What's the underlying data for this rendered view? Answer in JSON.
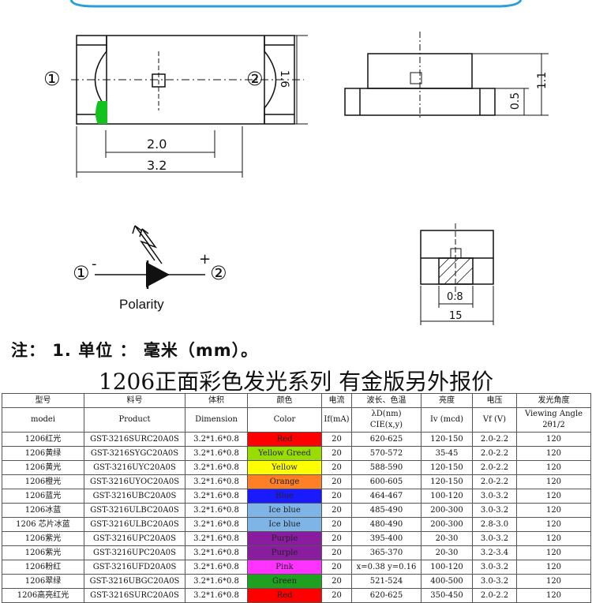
{
  "drawing": {
    "pin1": "①",
    "pin2": "②",
    "dim_width_inner": "2.0",
    "dim_width_total": "3.2",
    "dim_height": "1.6",
    "dim_side_total": "1.1",
    "dim_side_base": "0.5",
    "dim_pad": "0.8",
    "dim_bottom": "15",
    "minus": "-",
    "plus": "+",
    "polarity_label": "Polarity"
  },
  "note": "注： 1. 单位 ： 毫米（mm）。",
  "series_title": "1206正面彩色发光系列 有金版另外报价",
  "table": {
    "headers_cn": [
      "型号",
      "料号",
      "体积",
      "颜色",
      "电流",
      "波长、色温",
      "亮度",
      "电压",
      "发光角度"
    ],
    "headers_en": [
      "modei",
      "Product",
      "Dimension",
      "Color",
      "If(mA)",
      "λD(nm)\nCIE(x,y)",
      "Iv (mcd)",
      "Vf (V)",
      "Viewing Angle\n2θ1/2"
    ],
    "rows": [
      {
        "model": "1206红光",
        "product": "GST-3216SURC20A0S",
        "dim": "3.2*1.6*0.8",
        "color": "Red",
        "swatch": "#ff0000",
        "if": "20",
        "wave": "620-625",
        "iv": "120-150",
        "vf": "2.0-2.2",
        "angle": "120"
      },
      {
        "model": "1206黄绿",
        "product": "GST-3216SYGC20A0S",
        "dim": "3.2*1.6*0.8",
        "color": "Yellow Greed",
        "swatch": "#99dd00",
        "if": "20",
        "wave": "570-572",
        "iv": "35-45",
        "vf": "2.0-2.2",
        "angle": "120"
      },
      {
        "model": "1206黄光",
        "product": "GST-3216UYC20A0S",
        "dim": "3.2*1.6*0.8",
        "color": "Yellow",
        "swatch": "#ffff00",
        "if": "20",
        "wave": "588-590",
        "iv": "120-150",
        "vf": "2.0-2.2",
        "angle": "120"
      },
      {
        "model": "1206橙光",
        "product": "GST-3216UYOC20A0S",
        "dim": "3.2*1.6*0.8",
        "color": "Orange",
        "swatch": "#ff7f27",
        "if": "20",
        "wave": "600-605",
        "iv": "120-150",
        "vf": "2.0-2.2",
        "angle": "120"
      },
      {
        "model": "1206蓝光",
        "product": "GST-3216UBC20A0S",
        "dim": "3.2*1.6*0.8",
        "color": "Blue",
        "swatch": "#1a1aff",
        "if": "20",
        "wave": "464-467",
        "iv": "100-120",
        "vf": "3.0-3.2",
        "angle": "120"
      },
      {
        "model": "1206冰蓝",
        "product": "GST-3216ULBC20A0S",
        "dim": "3.2*1.6*0.8",
        "color": "Ice blue",
        "swatch": "#7fb4e6",
        "if": "20",
        "wave": "485-490",
        "iv": "200-300",
        "vf": "3.0-3.2",
        "angle": "120"
      },
      {
        "model": "1206 芯片冰蓝",
        "product": "GST-3216ULBC20A0S",
        "dim": "3.2*1.6*0.8",
        "color": "Ice blue",
        "swatch": "#7fb4e6",
        "if": "20",
        "wave": "480-490",
        "iv": "200-300",
        "vf": "2.8-3.0",
        "angle": "120"
      },
      {
        "model": "1206紫光",
        "product": "GST-3216UPC20A0S",
        "dim": "3.2*1.6*0.8",
        "color": "Purple",
        "swatch": "#8a1ca0",
        "if": "20",
        "wave": "395-400",
        "iv": "20-30",
        "vf": "3.0-3.2",
        "angle": "120"
      },
      {
        "model": "1206紫光",
        "product": "GST-3216UPC20A0S",
        "dim": "3.2*1.6*0.8",
        "color": "Purple",
        "swatch": "#8a1ca0",
        "if": "20",
        "wave": "365-370",
        "iv": "20-30",
        "vf": "3.2-3.4",
        "angle": "120"
      },
      {
        "model": "1206粉红",
        "product": "GST-3216UFD20A0S",
        "dim": "3.2*1.6*0.8",
        "color": "Pink",
        "swatch": "#ff33ff",
        "if": "20",
        "wave": "x=0.38 y=0.16",
        "iv": "100-120",
        "vf": "3.0-3.2",
        "angle": "120"
      },
      {
        "model": "1206翠绿",
        "product": "GST-3216UBGC20A0S",
        "dim": "3.2*1.6*0.8",
        "color": "Green",
        "swatch": "#1fa01f",
        "if": "20",
        "wave": "521-524",
        "iv": "400-500",
        "vf": "3.0-3.2",
        "angle": "120"
      },
      {
        "model": "1206高亮红光",
        "product": "GST-3216SURC20A0S",
        "dim": "3.2*1.6*0.8",
        "color": "Red",
        "swatch": "#ff0000",
        "if": "20",
        "wave": "620-625",
        "iv": "350-450",
        "vf": "2.0-2.2",
        "angle": "120"
      }
    ]
  }
}
